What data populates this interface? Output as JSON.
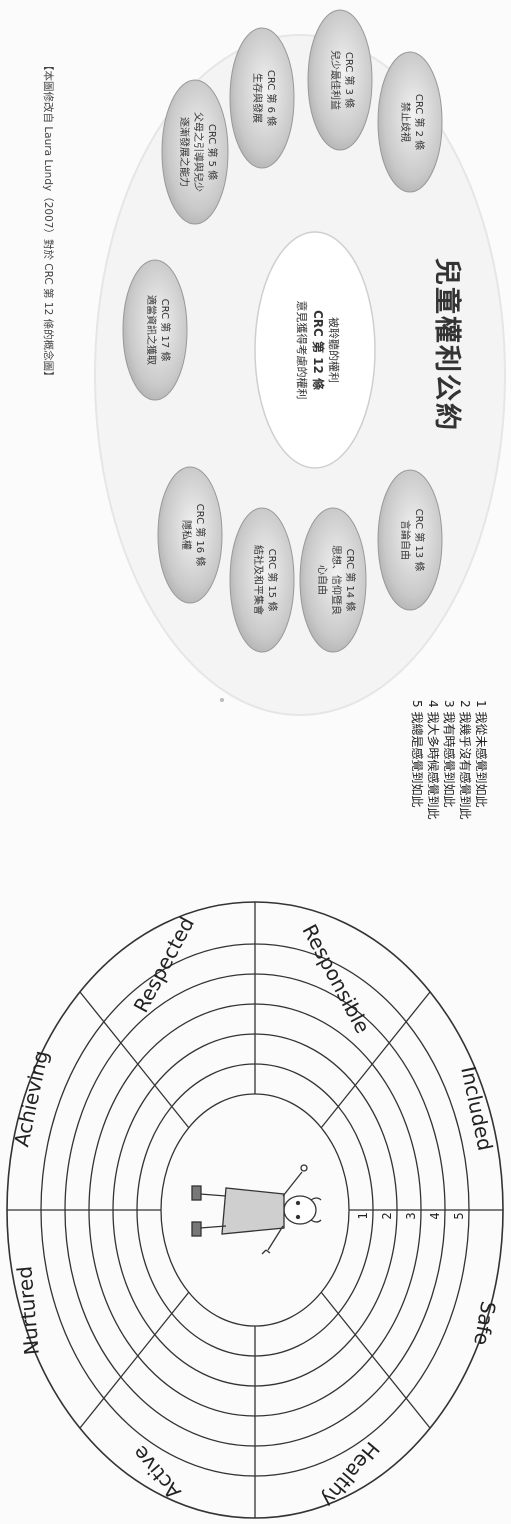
{
  "crc_diagram": {
    "title": "兒童權利公約",
    "center": {
      "line1": "被聆聽的權利",
      "line2": "CRC 第 12 條",
      "line3": "意見獲得考慮的權利"
    },
    "bubbles": [
      {
        "id": "art2",
        "line1": "CRC 第 2 條",
        "line2": "禁止歧視"
      },
      {
        "id": "art3",
        "line1": "CRC 第 3 條",
        "line2": "兒少最佳利益"
      },
      {
        "id": "art6",
        "line1": "CRC 第 6 條",
        "line2": "生存與發展"
      },
      {
        "id": "art5",
        "line1": "CRC 第 5 條",
        "line2": "父母之引導與兒少",
        "line3": "逐漸發展之能力"
      },
      {
        "id": "art17",
        "line1": "CRC 第 17 條",
        "line2": "適當資訊之獲取"
      },
      {
        "id": "art16",
        "line1": "CRC 第 16 條",
        "line2": "隱私權"
      },
      {
        "id": "art15",
        "line1": "CRC 第 15 條",
        "line2": "結社及和平集會"
      },
      {
        "id": "art14",
        "line1": "CRC 第 14 條",
        "line2": "思想、信仰暨良",
        "line3": "心自由"
      },
      {
        "id": "art13",
        "line1": "CRC 第 13 條",
        "line2": "言論自由"
      }
    ],
    "source_note": "【本圖修改自 Laura Lundy（2007）對於 CRC 第 12 條的概念圖】"
  },
  "wellbeing_wheel": {
    "legend": [
      "1 我從未感覺到如此",
      "2 我幾乎沒有感覺到此",
      "3 我有時感覺到如此",
      "4 我大多時候感覺到此",
      "5 我總是感覺到如此"
    ],
    "scale_labels": [
      "1",
      "2",
      "3",
      "4",
      "5"
    ],
    "segments": [
      "Responsible",
      "Included",
      "Safe",
      "Healthy",
      "Active",
      "Nurtured",
      "Achieving",
      "Respected"
    ]
  }
}
